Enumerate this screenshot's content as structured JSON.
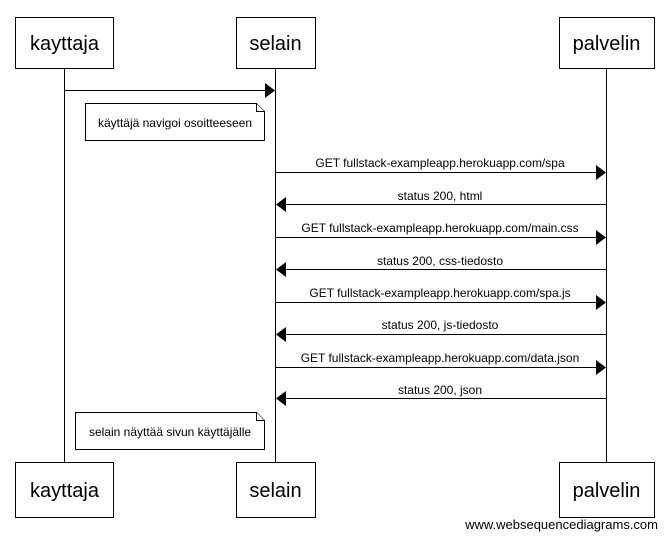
{
  "participants": [
    {
      "name": "kayttaja"
    },
    {
      "name": "selain"
    },
    {
      "name": "palvelin"
    }
  ],
  "messages": [
    {
      "from": 0,
      "to": 1,
      "label": ""
    },
    {
      "from": 1,
      "to": 2,
      "label": "GET fullstack-exampleapp.herokuapp.com/spa"
    },
    {
      "from": 2,
      "to": 1,
      "label": "status 200, html"
    },
    {
      "from": 1,
      "to": 2,
      "label": "GET fullstack-exampleapp.herokuapp.com/main.css"
    },
    {
      "from": 2,
      "to": 1,
      "label": "status 200, css-tiedosto"
    },
    {
      "from": 1,
      "to": 2,
      "label": "GET fullstack-exampleapp.herokuapp.com/spa.js"
    },
    {
      "from": 2,
      "to": 1,
      "label": "status 200, js-tiedosto"
    },
    {
      "from": 1,
      "to": 2,
      "label": "GET fullstack-exampleapp.herokuapp.com/data.json"
    },
    {
      "from": 2,
      "to": 1,
      "label": "status 200, json"
    }
  ],
  "notes": [
    {
      "text": "käyttäjä navigoi osoitteeseen"
    },
    {
      "text": "selain näyttää sivun käyttäjälle"
    }
  ],
  "footer": {
    "watermark": "www.websequencediagrams.com"
  }
}
